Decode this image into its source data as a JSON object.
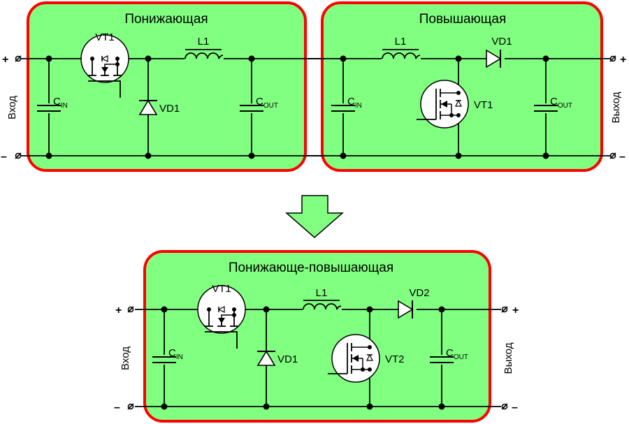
{
  "colors": {
    "panel_fill": "#80ff80",
    "panel_border": "#ff0000",
    "wire": "#000000",
    "arrow_fill": "#80ff80"
  },
  "panels": {
    "buck": {
      "title": "Понижающая",
      "input_label": "Вход",
      "plus": "+",
      "minus": "–",
      "cin": {
        "main": "C",
        "sub": "IN"
      },
      "transistor": "VT1",
      "diode": "VD1",
      "inductor": "L1",
      "cout": {
        "main": "C",
        "sub": "OUT"
      }
    },
    "boost": {
      "title": "Повышающая",
      "output_label": "Выход",
      "plus": "+",
      "minus": "–",
      "cin": {
        "main": "C",
        "sub": "IN"
      },
      "inductor": "L1",
      "diode": "VD1",
      "transistor": "VT1",
      "cout": {
        "main": "C",
        "sub": "OUT"
      }
    },
    "buck_boost": {
      "title": "Понижающе-повышающая",
      "input_label": "Вход",
      "output_label": "Выход",
      "plus_in": "+",
      "minus_in": "–",
      "plus_out": "+",
      "minus_out": "–",
      "cin": {
        "main": "C",
        "sub": "IN"
      },
      "transistor1": "VT1",
      "diode1": "VD1",
      "inductor": "L1",
      "transistor2": "VT2",
      "diode2": "VD2",
      "cout": {
        "main": "C",
        "sub": "OUT"
      }
    }
  },
  "arrow": {
    "direction": "down"
  }
}
